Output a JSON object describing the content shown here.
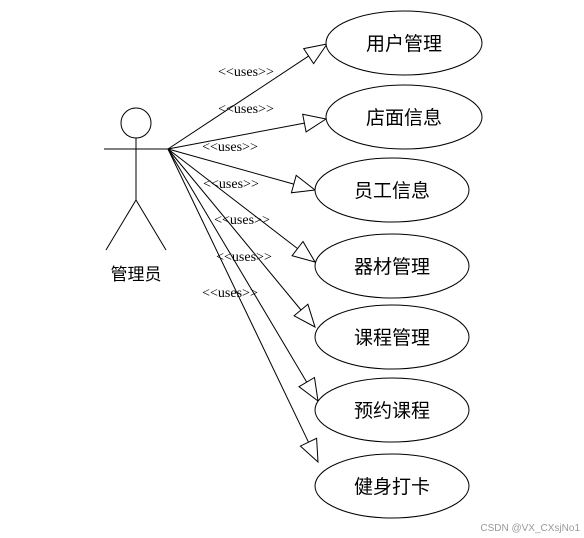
{
  "actor": {
    "name": "管理员"
  },
  "relationship_label": "<<uses>>",
  "use_cases": [
    {
      "label": "用户管理"
    },
    {
      "label": "店面信息"
    },
    {
      "label": "员工信息"
    },
    {
      "label": "器材管理"
    },
    {
      "label": "课程管理"
    },
    {
      "label": "预约课程"
    },
    {
      "label": "健身打卡"
    }
  ],
  "watermark": "CSDN @VX_CXsjNo1"
}
